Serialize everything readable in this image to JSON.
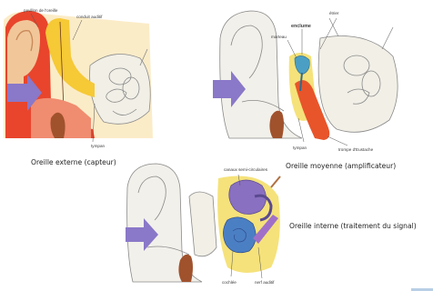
{
  "panels": {
    "external": {
      "caption": "Oreille externe (capteur)",
      "labels": {
        "pavillon": "pavillon de l'oreille",
        "conduit": "conduit auditif",
        "tympan": "tympan"
      }
    },
    "middle": {
      "caption": "Oreille moyenne (amplificateur)",
      "labels": {
        "etrier": "étrier",
        "enclume": "enclume",
        "marteau": "marteau",
        "tympan": "tympan",
        "trompe": "trompe d'Eustache"
      }
    },
    "inner": {
      "caption": "Oreille interne (traitement du signal)",
      "labels": {
        "canaux": "canaux semi-circulaires",
        "cochlee": "cochlée",
        "nerf": "nerf auditif"
      }
    }
  },
  "colors": {
    "arrow": "#8a78c8",
    "skin": "#f3d9a0",
    "external_red": "#e8452c",
    "middle_orange": "#e8552a",
    "inner_purple": "#8a70c0",
    "highlight_yellow": "#f5e27a",
    "bone_outline": "#7a7a7a"
  }
}
